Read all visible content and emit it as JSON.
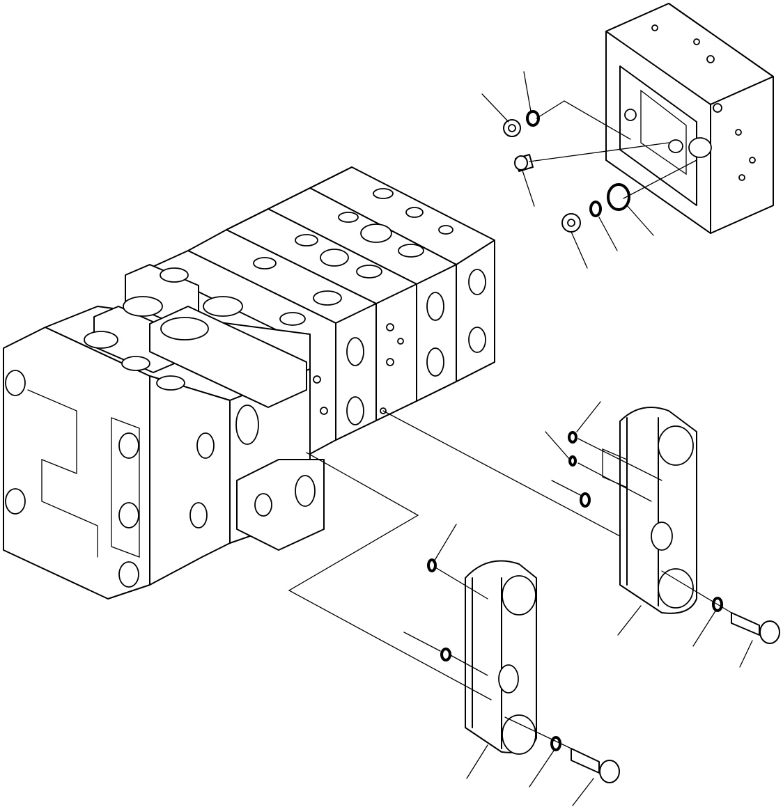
{
  "drawing": {
    "description_free": true,
    "parts": [
      {
        "id": "control-valve-stack",
        "icon": "valve-block-icon"
      },
      {
        "id": "end-cover",
        "icon": "valve-cover-icon"
      },
      {
        "id": "port-plug-upper",
        "icon": "plug-icon"
      },
      {
        "id": "port-plug-middle",
        "icon": "plug-icon"
      },
      {
        "id": "port-plug-lower",
        "icon": "plug-icon"
      },
      {
        "id": "flange-upper",
        "icon": "flange-icon"
      },
      {
        "id": "flange-lower",
        "icon": "flange-icon"
      },
      {
        "id": "bolt-upper",
        "icon": "bolt-icon"
      },
      {
        "id": "bolt-lower",
        "icon": "bolt-icon"
      }
    ],
    "leader_count": 16,
    "colors": {
      "line": "#000000",
      "background": "#ffffff"
    }
  }
}
